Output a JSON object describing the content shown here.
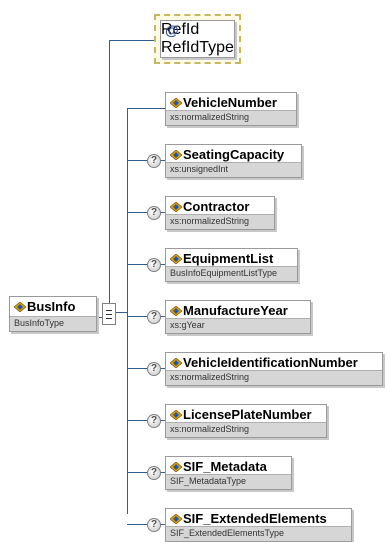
{
  "root": {
    "name": "BusInfo",
    "type": "BusInfoType",
    "icon": "element-icon"
  },
  "attribute": {
    "marker": "@",
    "name": "RefId",
    "type": "RefIdType"
  },
  "children": [
    {
      "name": "VehicleNumber",
      "type": "xs:normalizedString",
      "optional": false
    },
    {
      "name": "SeatingCapacity",
      "type": "xs:unsignedInt",
      "optional": true
    },
    {
      "name": "Contractor",
      "type": "xs:normalizedString",
      "optional": true
    },
    {
      "name": "EquipmentList",
      "type": "BusInfoEquipmentListType",
      "optional": true
    },
    {
      "name": "ManufactureYear",
      "type": "xs:gYear",
      "optional": true
    },
    {
      "name": "VehicleIdentificationNumber",
      "type": "xs:normalizedString",
      "optional": true
    },
    {
      "name": "LicensePlateNumber",
      "type": "xs:normalizedString",
      "optional": true
    },
    {
      "name": "SIF_Metadata",
      "type": "SIF_MetadataType",
      "optional": true
    },
    {
      "name": "SIF_ExtendedElements",
      "type": "SIF_ExtendedElementsType",
      "optional": true
    }
  ],
  "optional_marker": "?",
  "colors": {
    "connector": "#2f5f8f",
    "type_band": "#d6d6d6",
    "attribute_frame": "#c9b760"
  }
}
